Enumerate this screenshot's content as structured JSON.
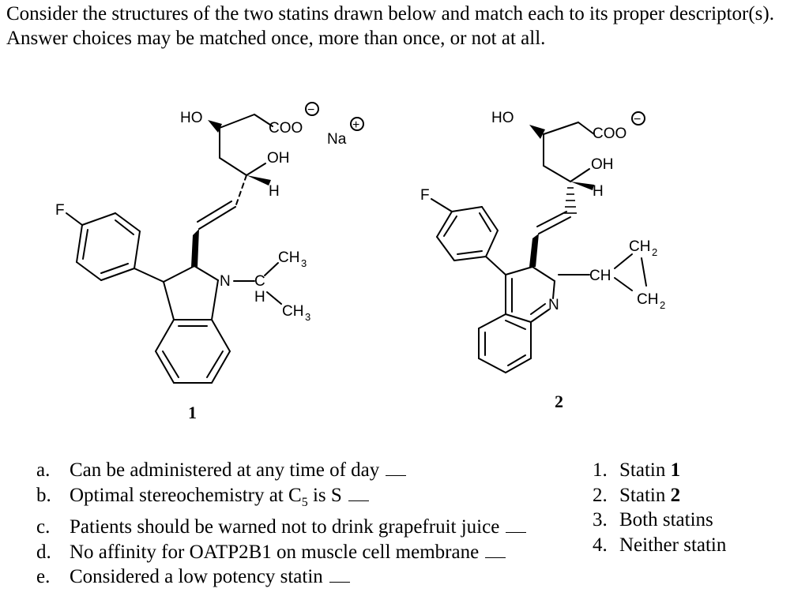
{
  "question": {
    "intro": "Consider the structures of the two statins drawn below and match each to its proper descriptor(s).  Answer choices may be matched once, more than once, or not at all."
  },
  "structure_1": {
    "number": "1",
    "labels": {
      "ho": "HO",
      "coo": "COO",
      "na": "Na",
      "oh": "OH",
      "h": "H",
      "f": "F",
      "n": "N",
      "c": "C",
      "ch_h": "H",
      "ch3_top": "CH",
      "ch3_bottom": "CH",
      "sub3": "3"
    }
  },
  "structure_2": {
    "number": "2",
    "labels": {
      "ho": "HO",
      "coo": "COO",
      "oh": "OH",
      "h": "H",
      "f": "F",
      "n": "N",
      "ch": "CH",
      "ch2_top": "CH",
      "ch2_bottom": "CH",
      "sub2": "2"
    }
  },
  "charges": {
    "minus": "−",
    "plus": "+"
  },
  "descriptors": [
    {
      "letter": "a.",
      "pre": "Can be administered at any time of day",
      "sub": "",
      "post": ""
    },
    {
      "letter": "b.",
      "pre": "Optimal stereochemistry at C",
      "sub": "5",
      "post": " is S"
    },
    {
      "letter": "c.",
      "pre": "Patients should be warned not to drink grapefruit juice",
      "sub": "",
      "post": ""
    },
    {
      "letter": "d.",
      "pre": "No affinity for OATP2B1 on muscle cell membrane",
      "sub": "",
      "post": ""
    },
    {
      "letter": "e.",
      "pre": "Considered a low potency statin",
      "sub": "",
      "post": ""
    }
  ],
  "answers": [
    {
      "num": "1.",
      "text": "Statin ",
      "bold": "1"
    },
    {
      "num": "2.",
      "text": "Statin ",
      "bold": "2"
    },
    {
      "num": "3.",
      "text": "Both statins",
      "bold": ""
    },
    {
      "num": "4.",
      "text": "Neither statin",
      "bold": ""
    }
  ]
}
